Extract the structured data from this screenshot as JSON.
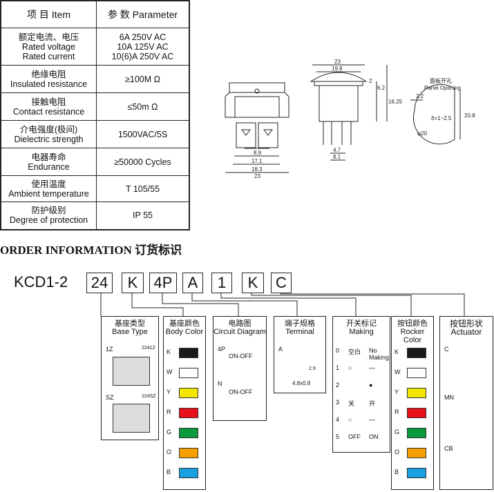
{
  "spec_table": {
    "header_item": "项 目  Item",
    "header_param": "参 数  Parameter",
    "rows": [
      {
        "label_cn": "额定电流、电压",
        "label_en": "Rated voltage",
        "label_en2": "Rated current",
        "value": "6A 250V AC",
        "value2": "10A 125V AC",
        "value3": "10(6)A 250V AC"
      },
      {
        "label_cn": "绝缘电阻",
        "label_en": "Insulated resistance",
        "value": "≥100M Ω"
      },
      {
        "label_cn": "接触电阻",
        "label_en": "Contact resistance",
        "value": "≤50m Ω"
      },
      {
        "label_cn": "介电强度(极间)",
        "label_en": "Dielectric strength",
        "value": "1500VAC/5S"
      },
      {
        "label_cn": "电器寿命",
        "label_en": "Endurance",
        "value": "≥50000 Cycles"
      },
      {
        "label_cn": "使用温度",
        "label_en": "Ambient temperature",
        "value": "T 105/55"
      },
      {
        "label_cn": "防护级别",
        "label_en": "Degree of protection",
        "value": "IP 55"
      }
    ]
  },
  "drawing": {
    "dims_front": [
      "8.9",
      "17.1",
      "18.3",
      "23"
    ],
    "dims_side": [
      "23",
      "19.8",
      "2",
      "6.2",
      "16.25",
      "4.7",
      "8.1"
    ],
    "panel_cn": "面板开孔",
    "panel_en": "Panel Opening",
    "panel_dims": [
      "2.2",
      "δ=1~2.5",
      "20.8",
      "φ20"
    ]
  },
  "order": {
    "title": "ORDER INFORMATION 订货标识",
    "model": "KCD1-2",
    "codes": [
      "24",
      "K",
      "4P",
      "A",
      "1",
      "K",
      "C"
    ]
  },
  "columns": {
    "base": {
      "cn": "基座类型",
      "en": "Base Type",
      "items": [
        {
          "code": "1Z",
          "part": "2241Z"
        },
        {
          "code": "SZ",
          "part": "224SZ"
        }
      ]
    },
    "body": {
      "cn": "基座颜色",
      "en": "Body Color",
      "codes": [
        "K",
        "W",
        "Y",
        "R",
        "G",
        "O",
        "B"
      ]
    },
    "circuit": {
      "cn": "电路图",
      "en": "Circuit Diagram",
      "items": [
        {
          "code": "4P",
          "label": "ON-OFF"
        },
        {
          "code": "N",
          "label": "ON-OFF"
        }
      ]
    },
    "terminal": {
      "cn": "端子规格",
      "en": "Terminal",
      "code": "A",
      "dim1": "2.9",
      "dim2": "4.8x0.8"
    },
    "making": {
      "cn": "开关标记",
      "en": "Making",
      "rows": [
        {
          "n": "0",
          "a": "空白",
          "b": "No Making"
        },
        {
          "n": "1",
          "a": "○",
          "b": "—"
        },
        {
          "n": "2",
          "a": "",
          "b": "●"
        },
        {
          "n": "3",
          "a": "关",
          "b": "开"
        },
        {
          "n": "4",
          "a": "○",
          "b": "—"
        },
        {
          "n": "5",
          "a": "OFF",
          "b": "ON"
        }
      ]
    },
    "rocker": {
      "cn": "按钮颜色",
      "en": "Rocker Color",
      "codes": [
        "K",
        "W",
        "Y",
        "R",
        "G",
        "O",
        "B"
      ]
    },
    "actuator": {
      "cn": "按钮形状",
      "en": "Actuator",
      "codes": [
        "C",
        "MN",
        "CB"
      ]
    }
  },
  "colors": [
    "#1a1a1a",
    "#ffffff",
    "#f2e600",
    "#e8101a",
    "#0a9a3c",
    "#f5a000",
    "#1aa0e0"
  ]
}
